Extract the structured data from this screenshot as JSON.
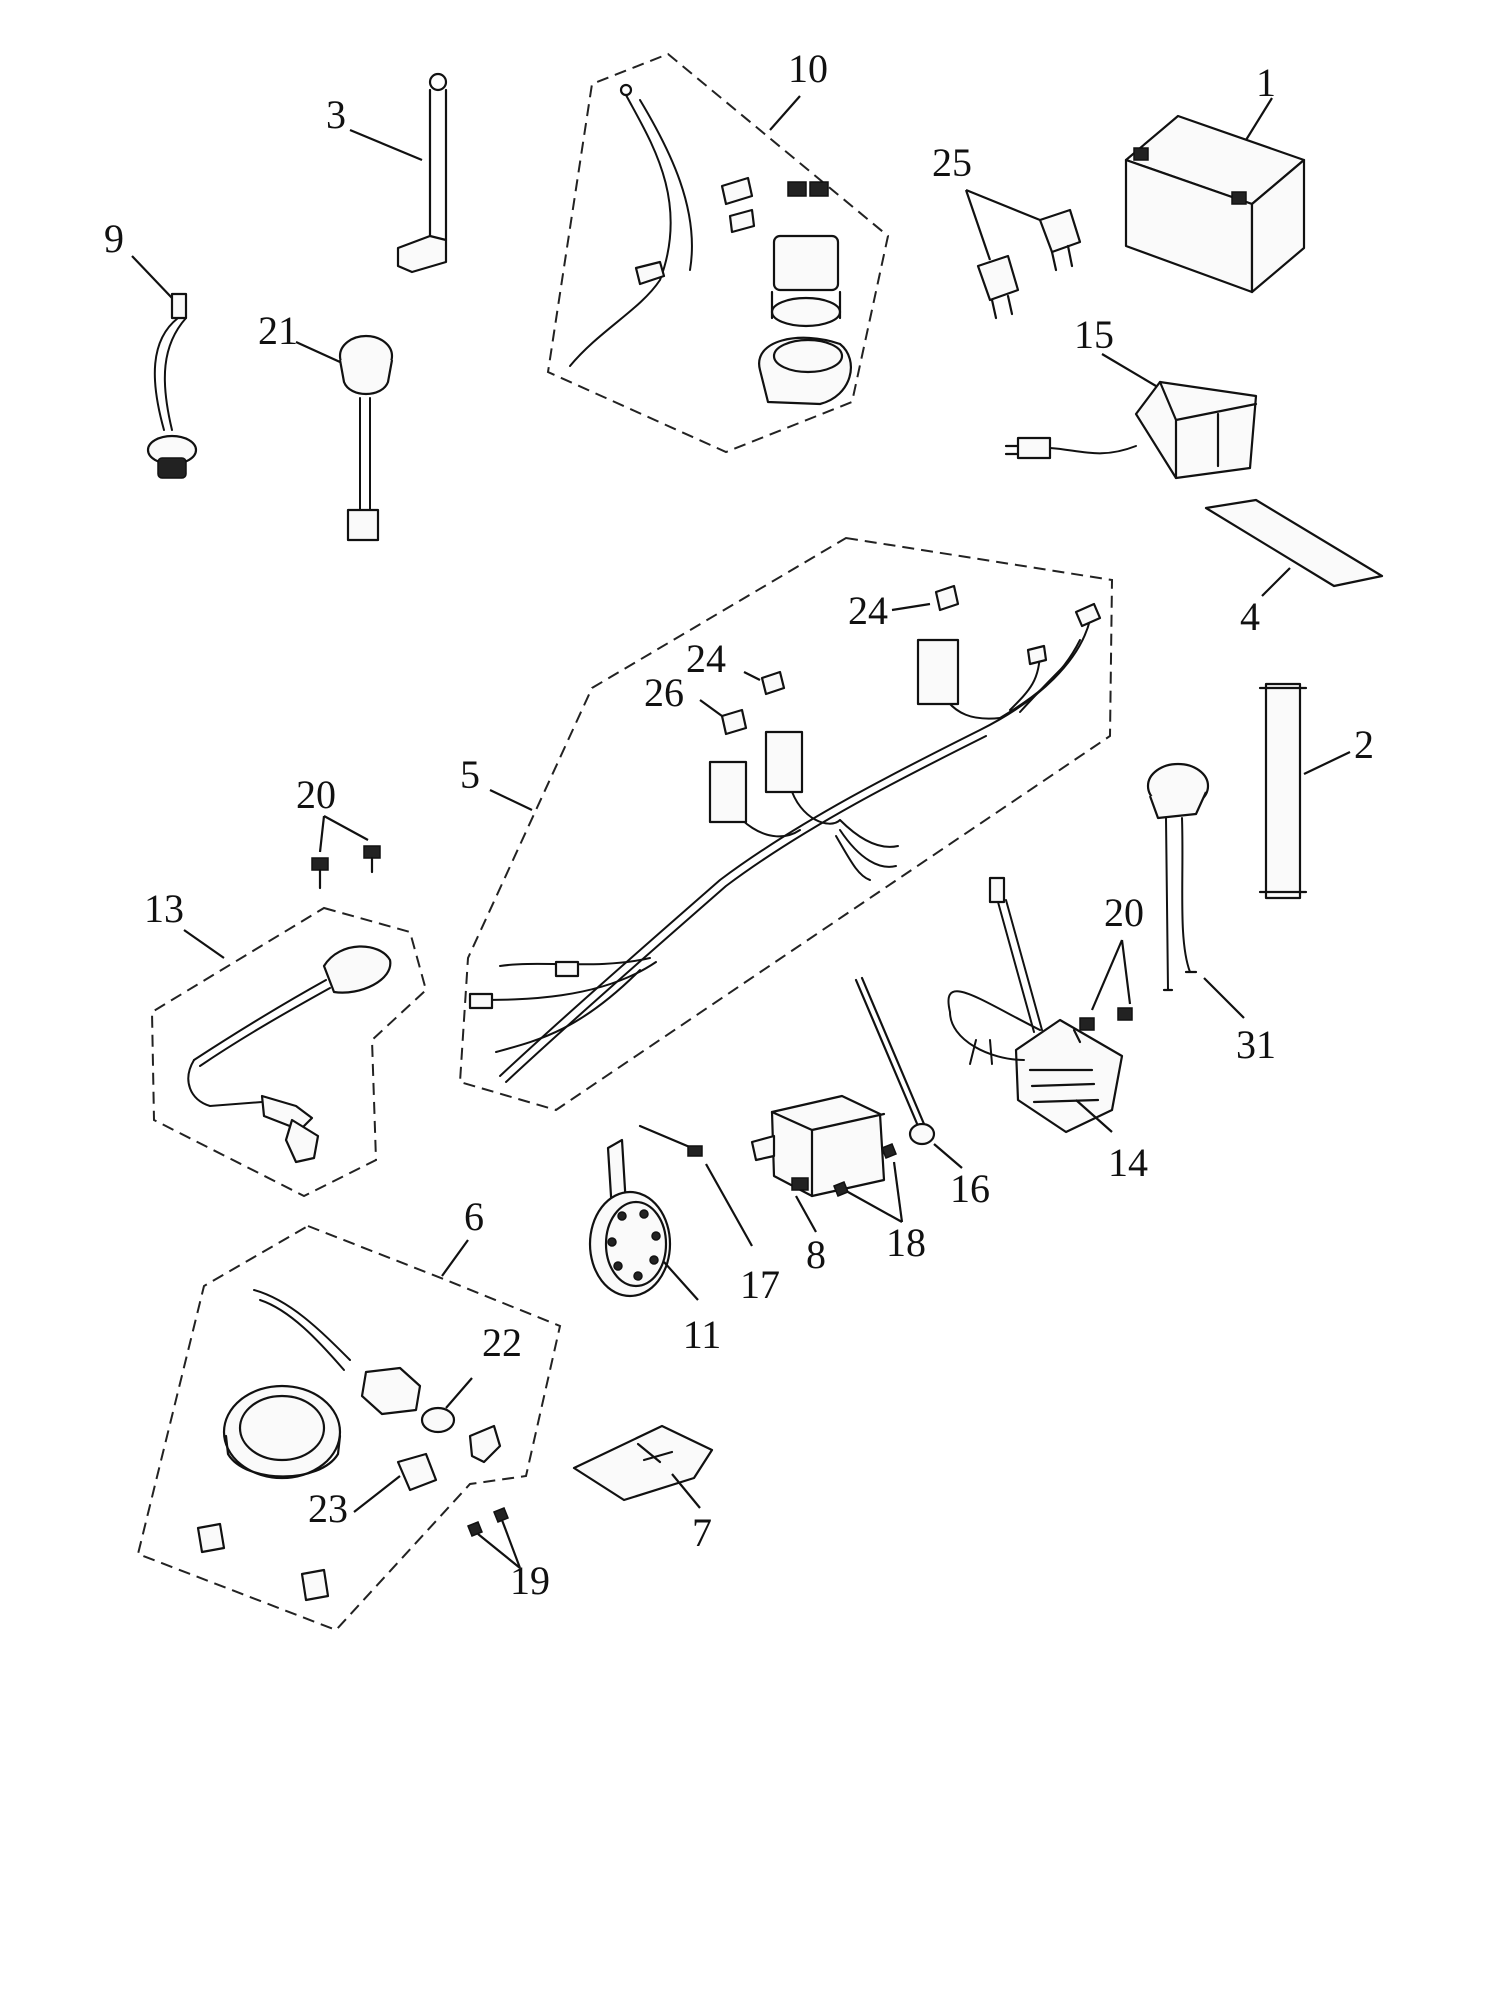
{
  "callouts": {
    "c1": "1",
    "c2": "2",
    "c3": "3",
    "c4": "4",
    "c5": "5",
    "c6": "6",
    "c7": "7",
    "c8": "8",
    "c9": "9",
    "c10": "10",
    "c11": "11",
    "c13": "13",
    "c14": "14",
    "c15": "15",
    "c16": "16",
    "c17": "17",
    "c18": "18",
    "c19": "19",
    "c20a": "20",
    "c20b": "20",
    "c21": "21",
    "c22": "22",
    "c23": "23",
    "c24a": "24",
    "c24b": "24",
    "c25": "25",
    "c26": "26",
    "c31": "31"
  }
}
